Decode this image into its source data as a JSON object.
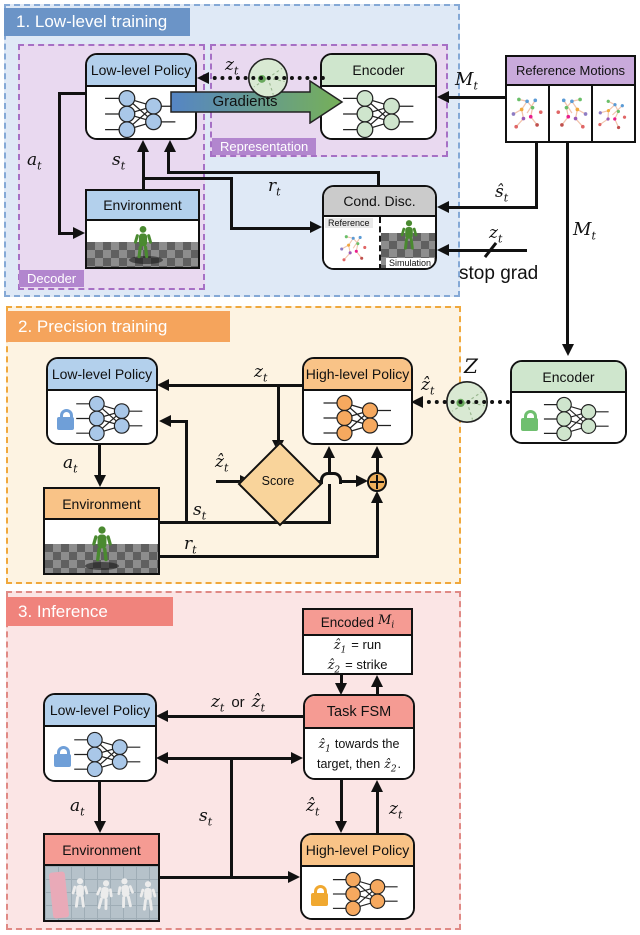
{
  "sym": {
    "a": {
      "base": "a",
      "sub": "t"
    },
    "s": {
      "base": "s",
      "sub": "t"
    },
    "r": {
      "base": "r",
      "sub": "t"
    },
    "z": {
      "base": "z",
      "sub": "t"
    },
    "zh": {
      "base": "ẑ",
      "sub": "t"
    },
    "sh": {
      "base": "ŝ",
      "sub": "t"
    },
    "M": {
      "base": "M",
      "sub": "t"
    },
    "Mi": {
      "base": "M",
      "sub": "i"
    },
    "Z": {
      "base": "Z",
      "sub": ""
    },
    "zh1": {
      "base": "ẑ",
      "sub": "1"
    },
    "zh2": {
      "base": "ẑ",
      "sub": "2"
    }
  },
  "s1": {
    "title": "1. Low-level training",
    "decoder": "Decoder",
    "representation": "Representation",
    "low_level_policy": "Low-level Policy",
    "encoder": "Encoder",
    "environment": "Environment",
    "cond_disc": "Cond. Disc.",
    "cond_disc_left": "Reference",
    "cond_disc_right": "Simulation",
    "reference_motions": "Reference Motions",
    "gradients": "Gradients",
    "stop_grad": "stop grad"
  },
  "s2": {
    "title": "2. Precision training",
    "low_level_policy": "Low-level Policy",
    "high_level_policy": "High-level Policy",
    "encoder": "Encoder",
    "environment": "Environment",
    "score": "Score"
  },
  "s3": {
    "title": "3. Inference",
    "low_level_policy": "Low-level Policy",
    "high_level_policy": "High-level Policy",
    "environment": "Environment",
    "task_fsm": "Task FSM",
    "encoded_prefix": "Encoded",
    "enc_line1_rest": "= run",
    "enc_line2_rest": "= strike",
    "fsm_line1_rest": "towards the",
    "fsm_line2_pre": "target, then",
    "fsm_line2_end": ".",
    "or_word": "or"
  },
  "colors": {
    "s1_header_bg": "#6b94c7",
    "s1_bg": "#dfe9f6",
    "s1_border": "#85a9d6",
    "purple_bg": "#e9d9f0",
    "purple_border": "#a670c5",
    "purple_label_bg": "#b286ce",
    "s2_header_bg": "#f5a45c",
    "s2_bg": "#fdf3e2",
    "s2_border": "#f0a83c",
    "s3_header_bg": "#f0837c",
    "s3_bg": "#fbe5e5",
    "s3_border": "#e08a85",
    "blue_header": "#b3d0ec",
    "green_header": "#cfe6cd",
    "gray_header": "#cbcbcb",
    "purple_header": "#c9aadb",
    "orange_header": "#f9c387",
    "salmon_header": "#f59b93",
    "node_blue": "#a9c7e8",
    "node_green": "#cfe5cd",
    "node_orange": "#f6a95f",
    "lock_blue": "#6f9fd8",
    "lock_green": "#6fbf6f",
    "lock_orange": "#f0a830",
    "score_fill": "#f9d49b",
    "oplus_fill": "#f2b25c",
    "latent_fill": "#d9e9d3",
    "latent_dot": "#68a85c",
    "grad_start": "#5585c5",
    "grad_end": "#76b058",
    "fig_green": "#4a8a30",
    "robot_gray": "#ececec",
    "pillar_pink": "#e9aab8"
  }
}
